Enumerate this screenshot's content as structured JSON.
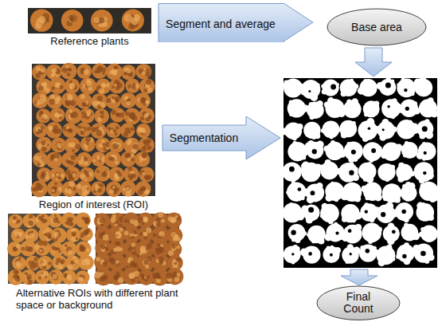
{
  "diagram": {
    "nodes": [
      {
        "text": [
          "Segment and average"
        ]
      },
      {
        "text": [
          "Base area"
        ]
      },
      {
        "text": [
          "Segmentation"
        ]
      },
      {
        "text": [
          "Final Count"
        ]
      }
    ],
    "labels": [
      "Reference plants",
      "Region of interest (ROI)",
      "Alternative ROIs with different plant space or background"
    ]
  }
}
